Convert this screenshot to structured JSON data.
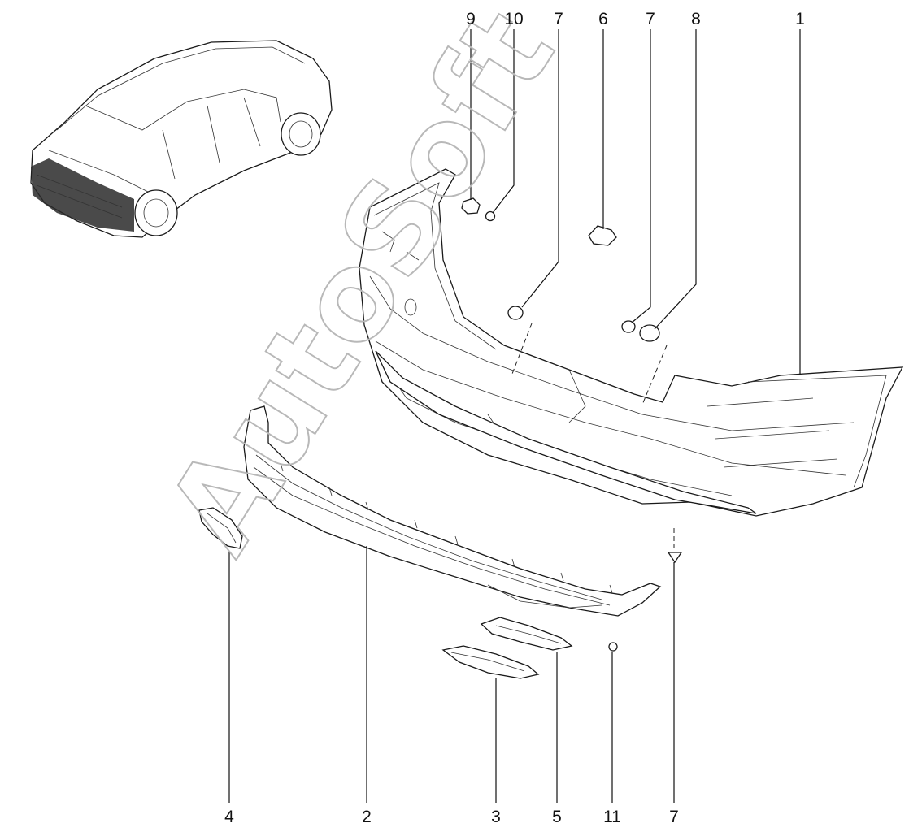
{
  "watermark": "AutoSoft",
  "callouts_top": [
    "9",
    "10",
    "7",
    "6",
    "7",
    "8",
    "1"
  ],
  "callouts_bottom": [
    "4",
    "2",
    "3",
    "5",
    "11",
    "7"
  ]
}
